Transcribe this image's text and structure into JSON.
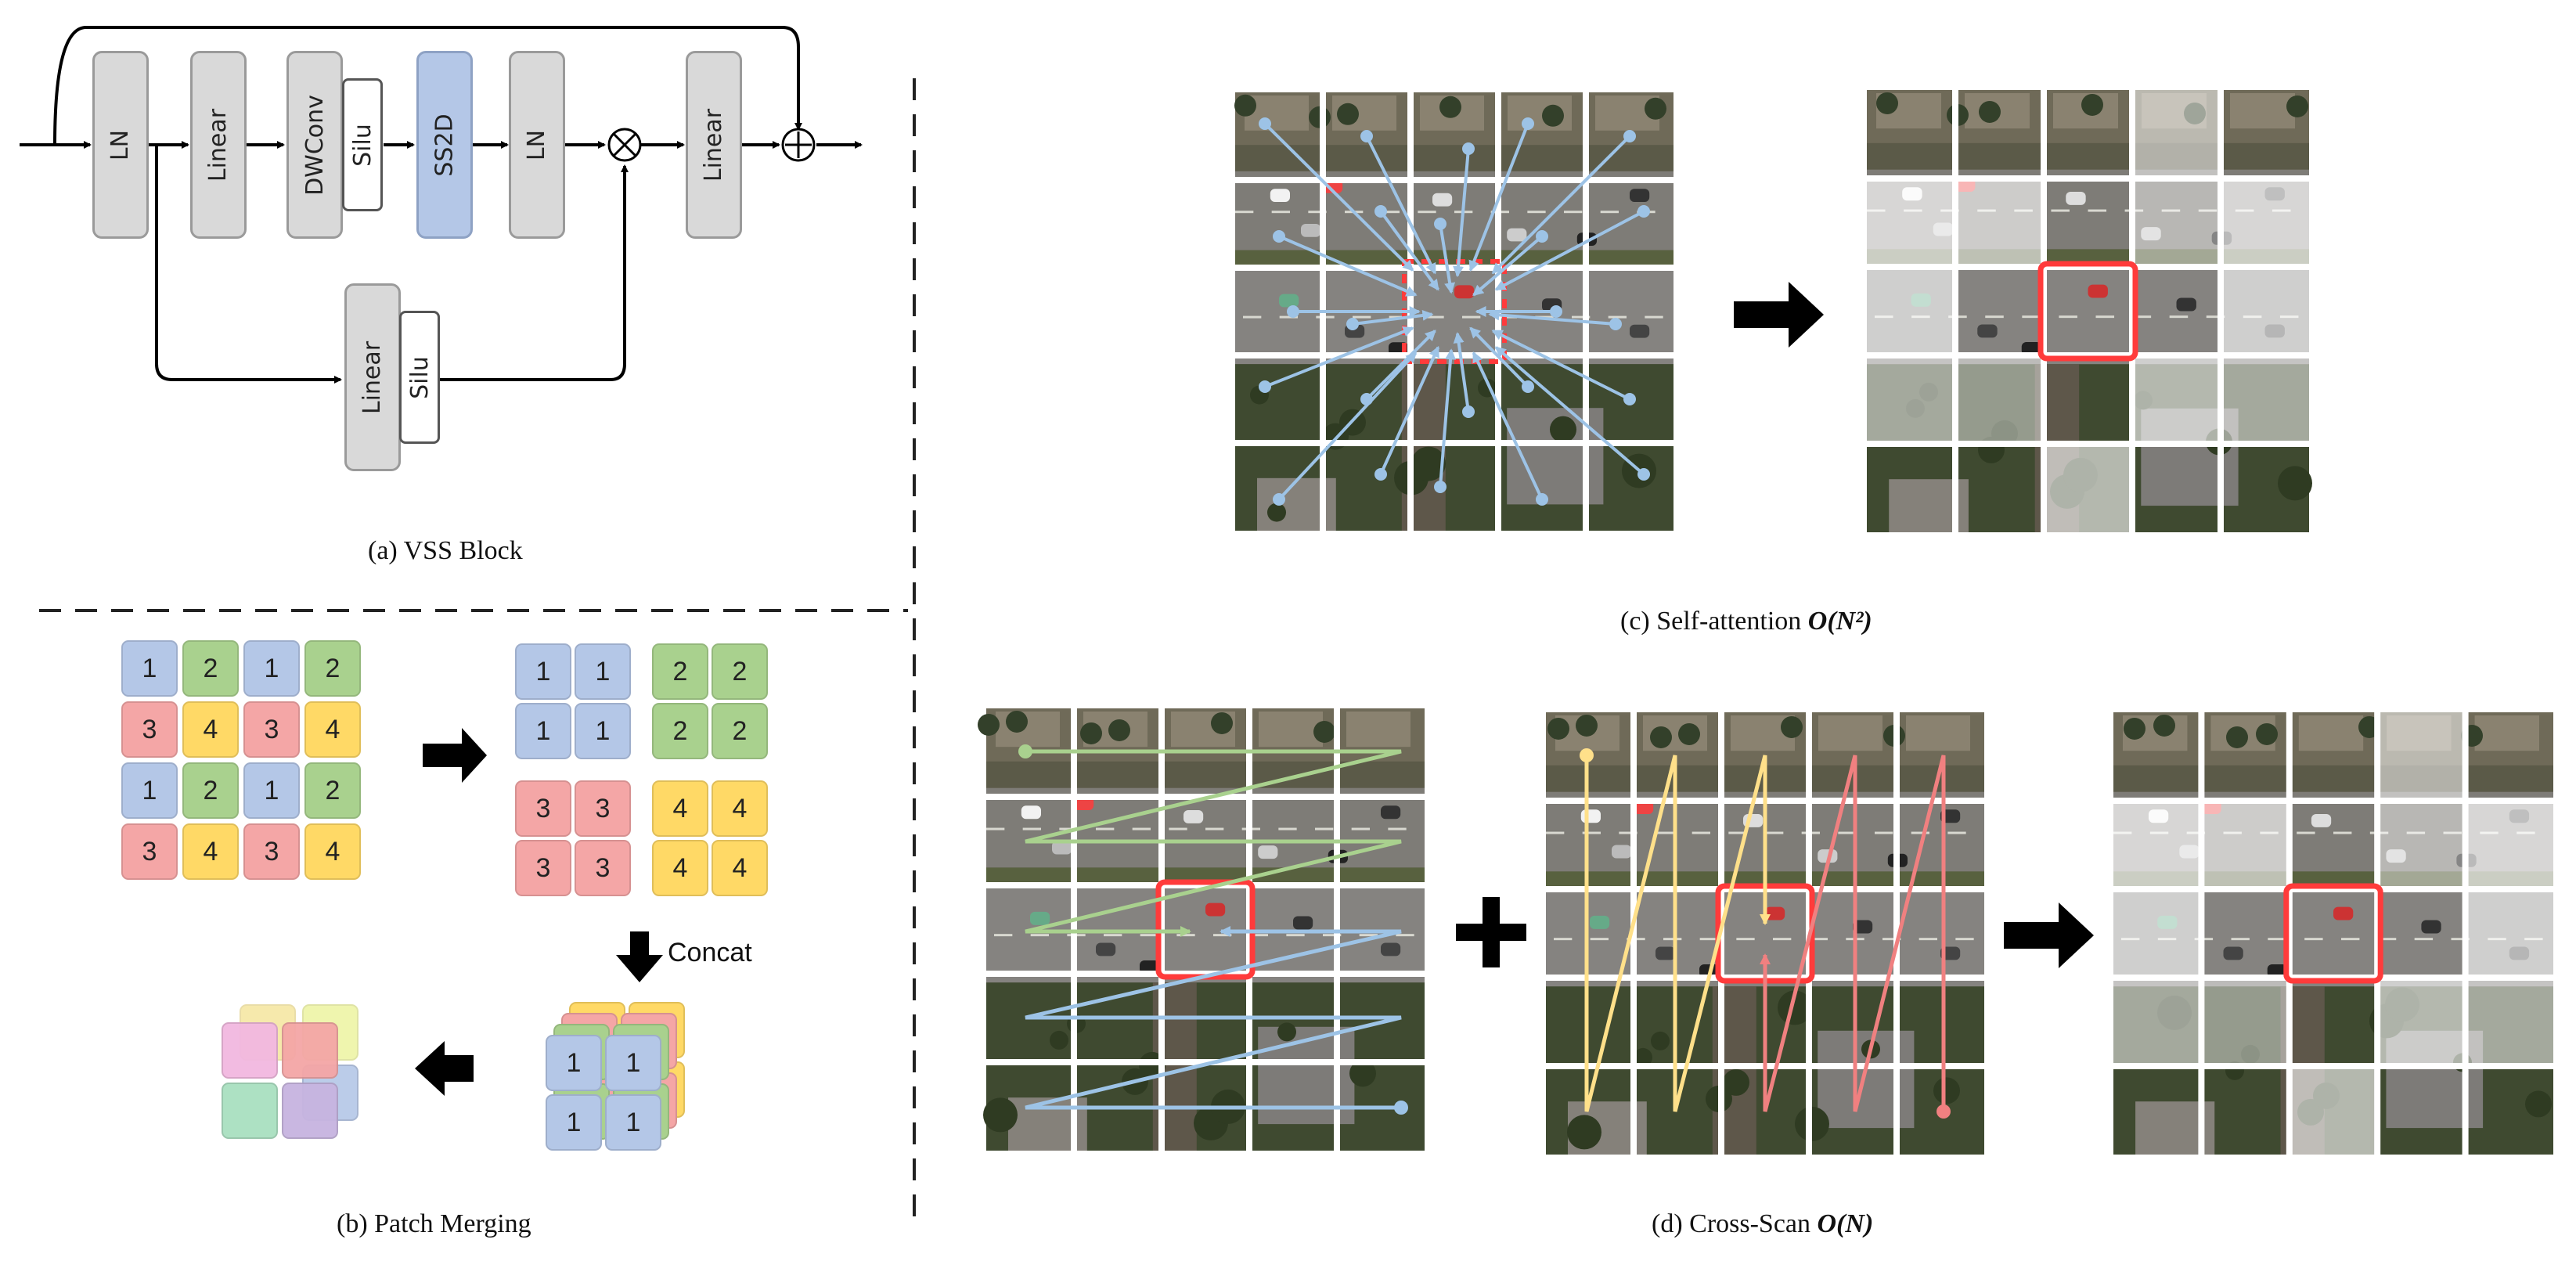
{
  "vss_block": {
    "nodes": {
      "ln1": "LN",
      "linear1": "Linear",
      "dwconv": "DWConv",
      "silu1": "Silu",
      "ss2d": "SS2D",
      "ln2": "LN",
      "linear2": "Linear",
      "linear_branch": "Linear",
      "silu_branch": "Silu"
    },
    "multiply_symbol": "⊗",
    "add_symbol": "⊕",
    "caption": "(a) VSS Block"
  },
  "patch_merging": {
    "input_grid": [
      [
        "1",
        "2",
        "1",
        "2"
      ],
      [
        "3",
        "4",
        "3",
        "4"
      ],
      [
        "1",
        "2",
        "1",
        "2"
      ],
      [
        "3",
        "4",
        "3",
        "4"
      ]
    ],
    "groups": [
      {
        "id": "1",
        "cells": [
          "1",
          "1",
          "1",
          "1"
        ],
        "color": "#b4c7e7"
      },
      {
        "id": "2",
        "cells": [
          "2",
          "2",
          "2",
          "2"
        ],
        "color": "#a9d18e"
      },
      {
        "id": "3",
        "cells": [
          "3",
          "3",
          "3",
          "3"
        ],
        "color": "#f4a6a6"
      },
      {
        "id": "4",
        "cells": [
          "4",
          "4",
          "4",
          "4"
        ],
        "color": "#ffd966"
      }
    ],
    "concat_label": "Concat",
    "stack_cells": [
      "1",
      "1",
      "1",
      "1"
    ],
    "caption": "(b) Patch Merging"
  },
  "self_attention": {
    "caption_prefix": "(c) Self-attention ",
    "caption_math": "O(N²)"
  },
  "cross_scan": {
    "caption_prefix": "(d) Cross-Scan ",
    "caption_math": "O(N)",
    "plus_symbol": "+"
  },
  "colors": {
    "block_gray": "#d9d9d9",
    "block_blue": "#b4c7e7",
    "attention_arrow": "#9dc3e6",
    "scan_green": "#a9d18e",
    "scan_blue": "#9dc3e6",
    "scan_yellow": "#ffe08a",
    "scan_red": "#f08080",
    "highlight": "#ff3b3b"
  }
}
